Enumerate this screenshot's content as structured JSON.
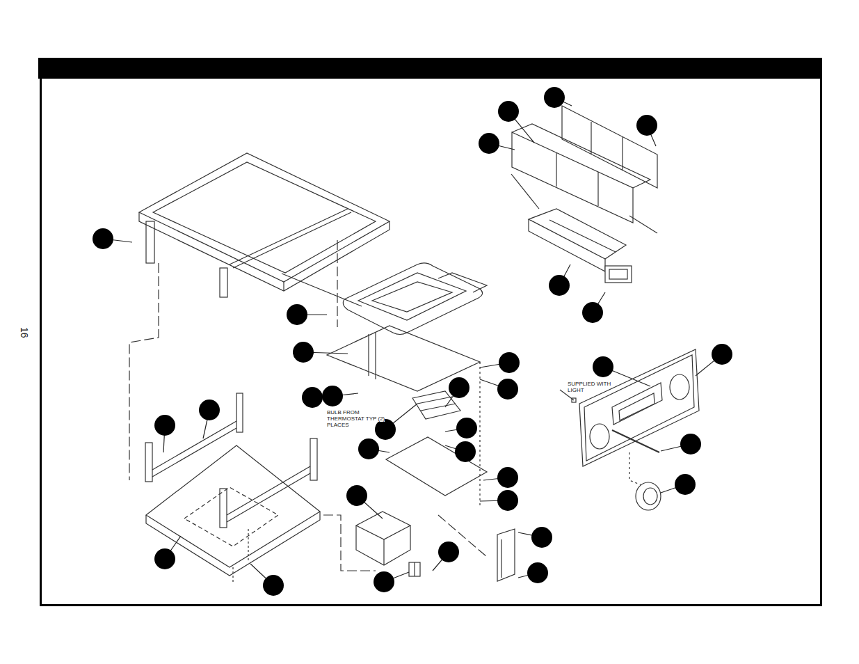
{
  "diagram": {
    "labels": [
      "16",
      "SUPPLIED WITH LIGHT",
      "BULB FROM THERMOSTAT TYP (2) PLACES"
    ]
  }
}
